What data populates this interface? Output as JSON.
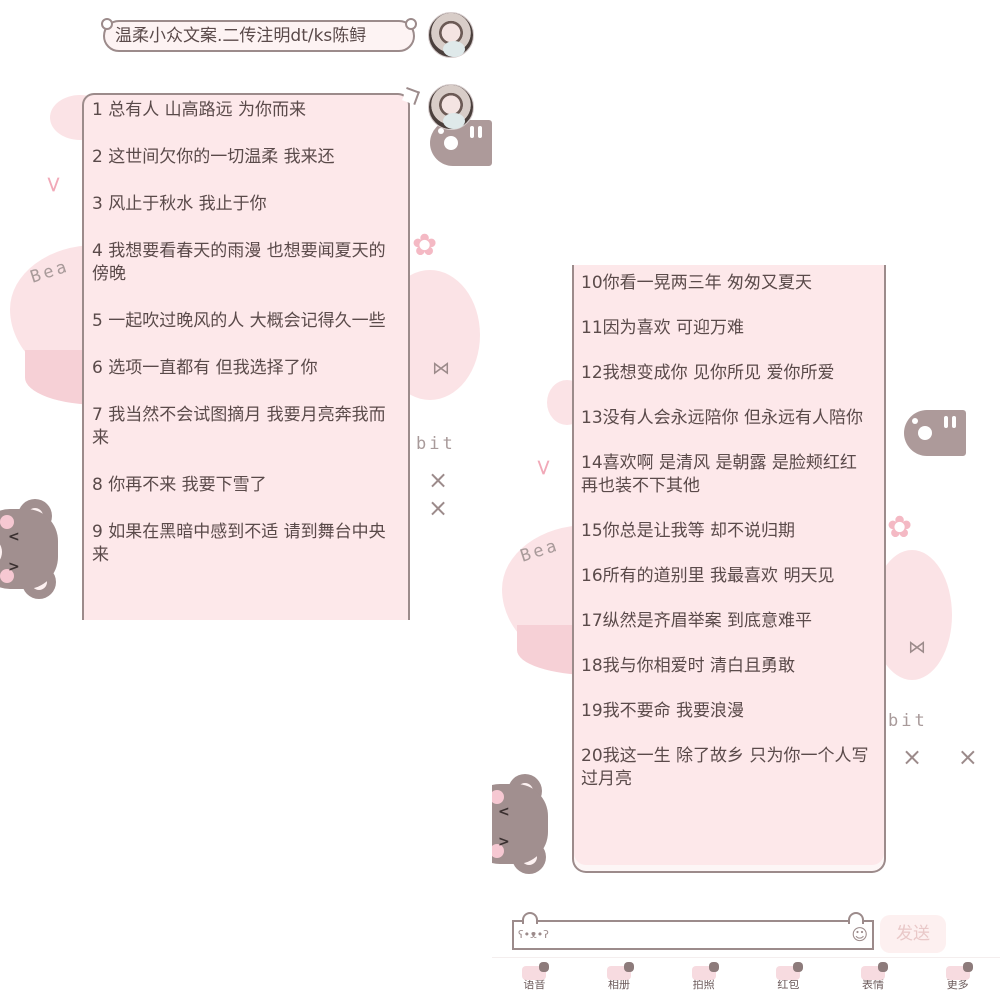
{
  "left_panel": {
    "title_bubble": "温柔小众文案.二传注明dt/ks陈鲟",
    "messages": [
      "1 总有人 山高路远 为你而来",
      "2 这世间欠你的一切温柔 我来还",
      "3 风止于秋水 我止于你",
      "4 我想要看春天的雨漫 也想要闻夏天的傍晚",
      "5 一起吹过晚风的人 大概会记得久一些",
      "6 选项一直都有 但我选择了你",
      "7 我当然不会试图摘月 我要月亮奔我而来",
      "8 你再不来 我要下雪了",
      "9 如果在黑暗中感到不适 请到舞台中央来"
    ],
    "decor": {
      "bear_text": "Bea",
      "rabbit_text": "bit",
      "marks": "× ×"
    }
  },
  "right_panel": {
    "messages": [
      "10你看一晃两三年 匆匆又夏天",
      "11因为喜欢 可迎万难",
      "12我想变成你 见你所见 爱你所爱",
      "13没有人会永远陪你 但永远有人陪你",
      "14喜欢啊 是清风 是朝露 是脸颊红红 再也装不下其他",
      "15你总是让我等 却不说归期",
      "16所有的道别里 我最喜欢 明天见",
      "17纵然是齐眉举案 到底意难平",
      "18我与你相爱时 清白且勇敢",
      "19我不要命 我要浪漫",
      "20我这一生 除了故乡 只为你一个人写过月亮"
    ],
    "decor": {
      "bear_text": "Bea",
      "rabbit_text": "bit",
      "marks": "× ×"
    },
    "input": {
      "value": "",
      "left_icon": "bear-face",
      "right_icon": "smiley-face"
    },
    "send_button": "发送",
    "toolbar": [
      {
        "label": "语音",
        "icon": "voice-icon"
      },
      {
        "label": "相册",
        "icon": "album-icon"
      },
      {
        "label": "拍照",
        "icon": "camera-icon"
      },
      {
        "label": "红包",
        "icon": "red-packet-icon"
      },
      {
        "label": "表情",
        "icon": "emoji-icon"
      },
      {
        "label": "更多",
        "icon": "more-icon"
      }
    ]
  },
  "colors": {
    "bubble_bg": "#fde8ea",
    "bubble_border": "#9c8b8b",
    "text": "#5a4a4a",
    "deco_pink": "#fbe3e6",
    "send_text": "#e9c8c8"
  }
}
